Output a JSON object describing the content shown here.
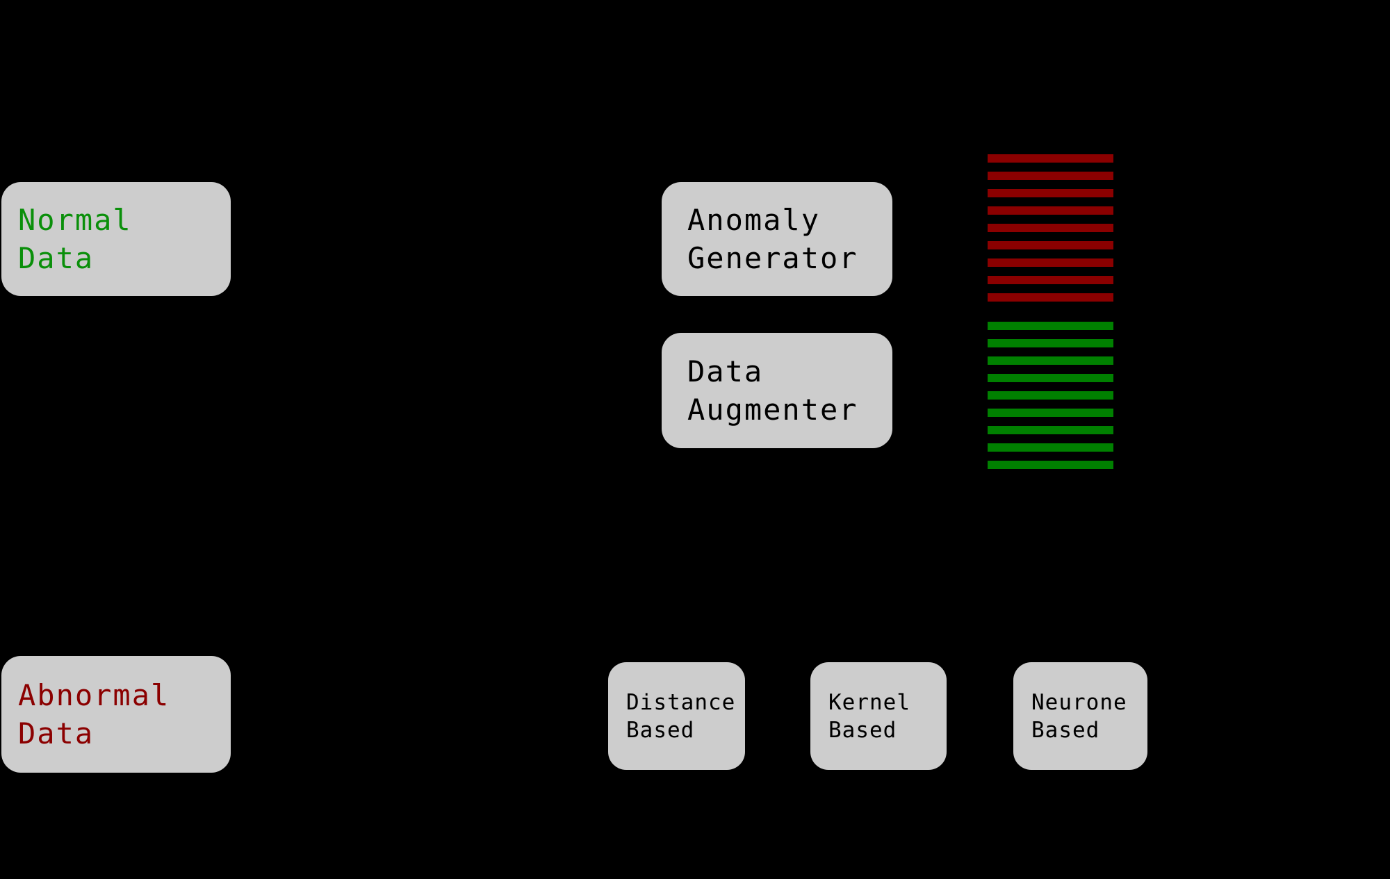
{
  "diagram": {
    "background_color": "#000000",
    "box_fill_color": "#cdcdcd",
    "boxes": {
      "normal_data": {
        "line1": "Normal",
        "line2": "Data",
        "text_color": "#0a8f0a"
      },
      "abnormal_data": {
        "line1": "Abnormal",
        "line2": "Data",
        "text_color": "#8b0000"
      },
      "anomaly_generator": {
        "line1": "Anomaly",
        "line2": "Generator",
        "text_color": "#000000"
      },
      "data_augmenter": {
        "line1": "Data",
        "line2": "Augmenter",
        "text_color": "#000000"
      },
      "distance_based": {
        "line1": "Distance",
        "line2": "Based",
        "text_color": "#000000"
      },
      "kernel_based": {
        "line1": "Kernel",
        "line2": "Based",
        "text_color": "#000000"
      },
      "neurone_based": {
        "line1": "Neurone",
        "line2": "Based",
        "text_color": "#000000"
      }
    },
    "stripe_stacks": {
      "abnormal_stack": {
        "color": "#8b0000",
        "count": 9
      },
      "normal_stack": {
        "color": "#008000",
        "count": 9
      }
    }
  }
}
